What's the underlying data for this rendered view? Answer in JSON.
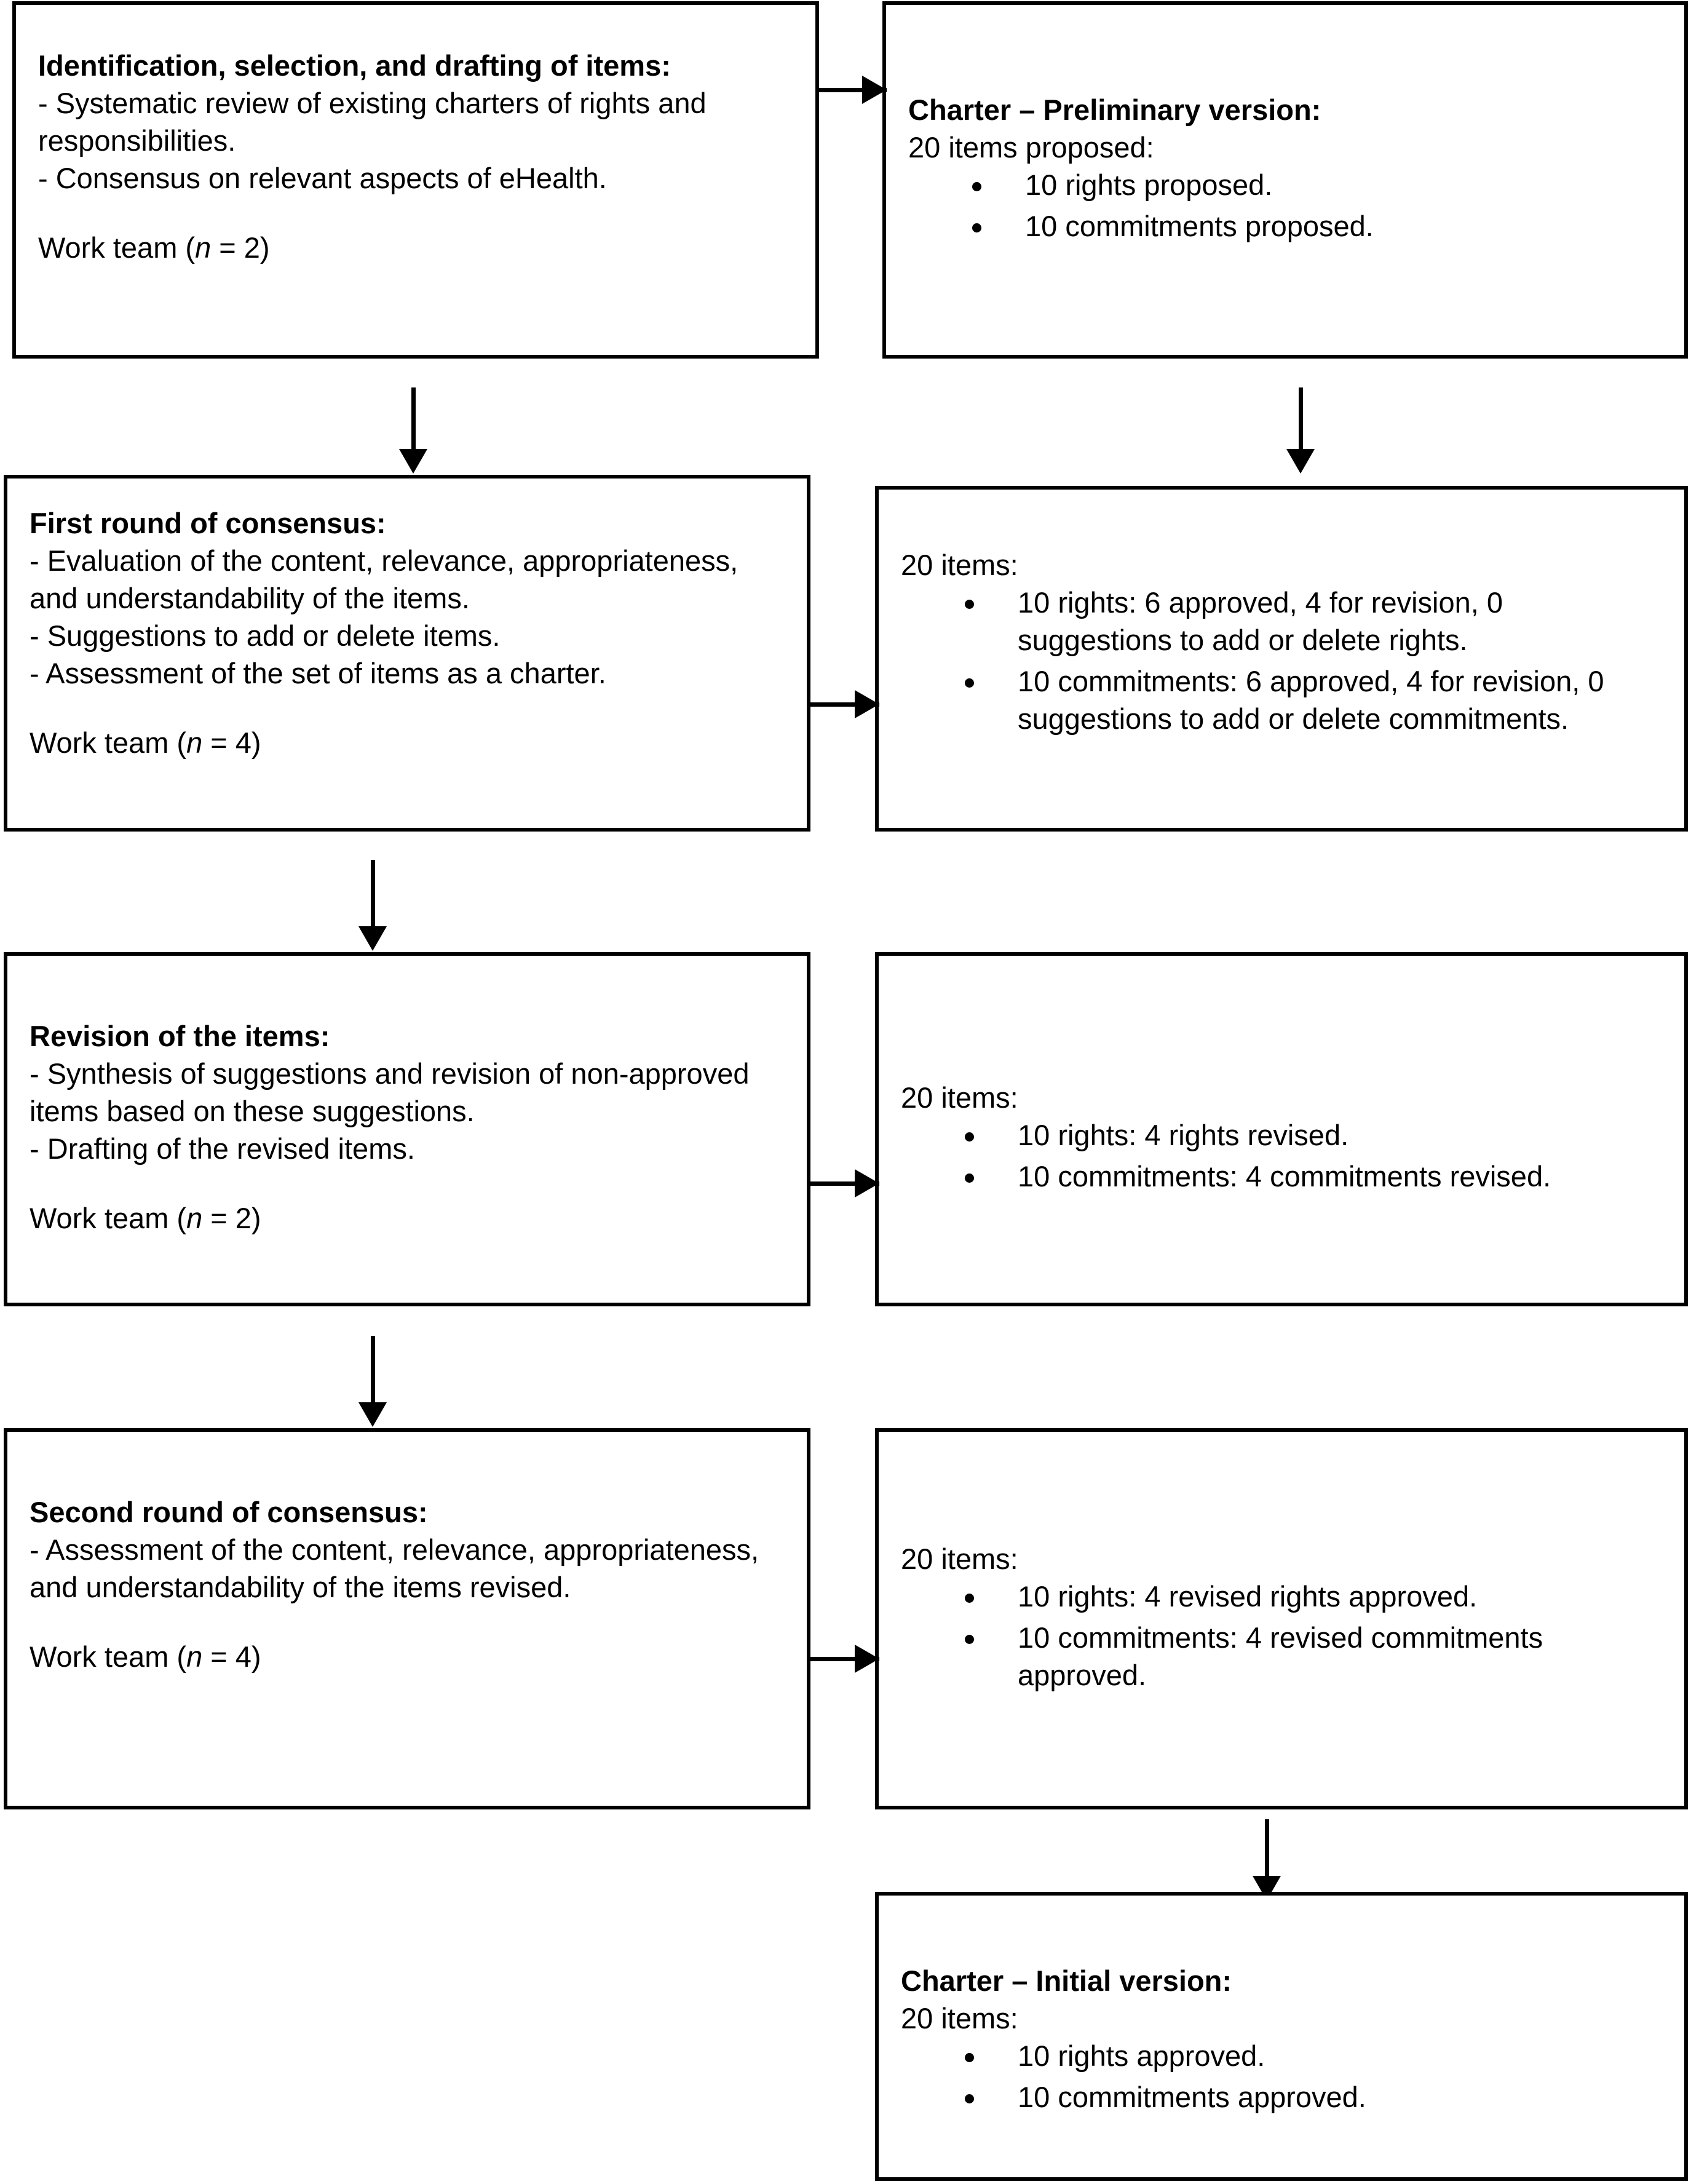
{
  "diagram": {
    "type": "flowchart",
    "orientation": "two-column-vertical",
    "stage_count": 5,
    "boxes": [
      {
        "id": "identification",
        "column": "left",
        "row": 1,
        "title": "Identification, selection, and drafting of items:",
        "lines": [
          "- Systematic review of existing charters of rights and responsibilities.",
          "- Consensus on relevant aspects of eHealth."
        ],
        "team_prefix": "Work team (",
        "team_var": "n",
        "team_suffix": " = 2)"
      },
      {
        "id": "charter-preliminary",
        "column": "right",
        "row": 1,
        "title": "Charter – Preliminary version:",
        "lines": [
          "20 items proposed:"
        ],
        "bullets": [
          "10 rights proposed.",
          "10 commitments proposed."
        ]
      },
      {
        "id": "first-round-consensus",
        "column": "left",
        "row": 2,
        "title": "First round of consensus:",
        "lines": [
          "- Evaluation of the content, relevance, appropriateness, and understandability of the items.",
          "- Suggestions to add or delete items.",
          "- Assessment of the set of items as a charter."
        ],
        "team_prefix": "Work team (",
        "team_var": "n",
        "team_suffix": " = 4)"
      },
      {
        "id": "first-round-result",
        "column": "right",
        "row": 2,
        "lines": [
          "20 items:"
        ],
        "bullets": [
          "10 rights: 6 approved, 4 for revision, 0 suggestions to add or delete rights.",
          "10 commitments: 6 approved, 4 for revision, 0 suggestions to add or delete commitments."
        ]
      },
      {
        "id": "revision-of-items",
        "column": "left",
        "row": 3,
        "title": "Revision of the items:",
        "lines": [
          "- Synthesis of suggestions and revision of non-approved items based on these suggestions.",
          "- Drafting of the revised items."
        ],
        "team_prefix": "Work team (",
        "team_var": "n",
        "team_suffix": " = 2)"
      },
      {
        "id": "revision-result",
        "column": "right",
        "row": 3,
        "lines": [
          "20 items:"
        ],
        "bullets": [
          "10 rights: 4 rights revised.",
          "10 commitments: 4 commitments revised."
        ]
      },
      {
        "id": "second-round-consensus",
        "column": "left",
        "row": 4,
        "title": "Second round of consensus:",
        "lines": [
          "- Assessment of the content, relevance, appropriateness, and understandability of the items revised."
        ],
        "team_prefix": "Work team (",
        "team_var": "n",
        "team_suffix": " = 4)"
      },
      {
        "id": "second-round-result",
        "column": "right",
        "row": 4,
        "lines": [
          "20 items:"
        ],
        "bullets": [
          "10 rights: 4 revised rights approved.",
          "10 commitments: 4 revised commitments approved."
        ]
      },
      {
        "id": "charter-initial",
        "column": "right",
        "row": 5,
        "title": "Charter – Initial version:",
        "lines": [
          "20 items:"
        ],
        "bullets": [
          "10 rights approved.",
          "10 commitments approved."
        ]
      }
    ],
    "connectors": [
      {
        "id": "identification-to-charter-preliminary",
        "direction": "right"
      },
      {
        "id": "identification-to-first-round",
        "direction": "down"
      },
      {
        "id": "charter-preliminary-to-first-round-result",
        "direction": "down"
      },
      {
        "id": "first-round-to-first-round-result",
        "direction": "right"
      },
      {
        "id": "first-round-to-revision",
        "direction": "down"
      },
      {
        "id": "revision-to-revision-result",
        "direction": "right"
      },
      {
        "id": "revision-to-second-round",
        "direction": "down"
      },
      {
        "id": "second-round-to-second-round-result",
        "direction": "right"
      },
      {
        "id": "second-round-result-to-charter-initial",
        "direction": "down"
      }
    ],
    "colors": {
      "border": "#000000",
      "background": "#ffffff",
      "text": "#000000"
    }
  }
}
